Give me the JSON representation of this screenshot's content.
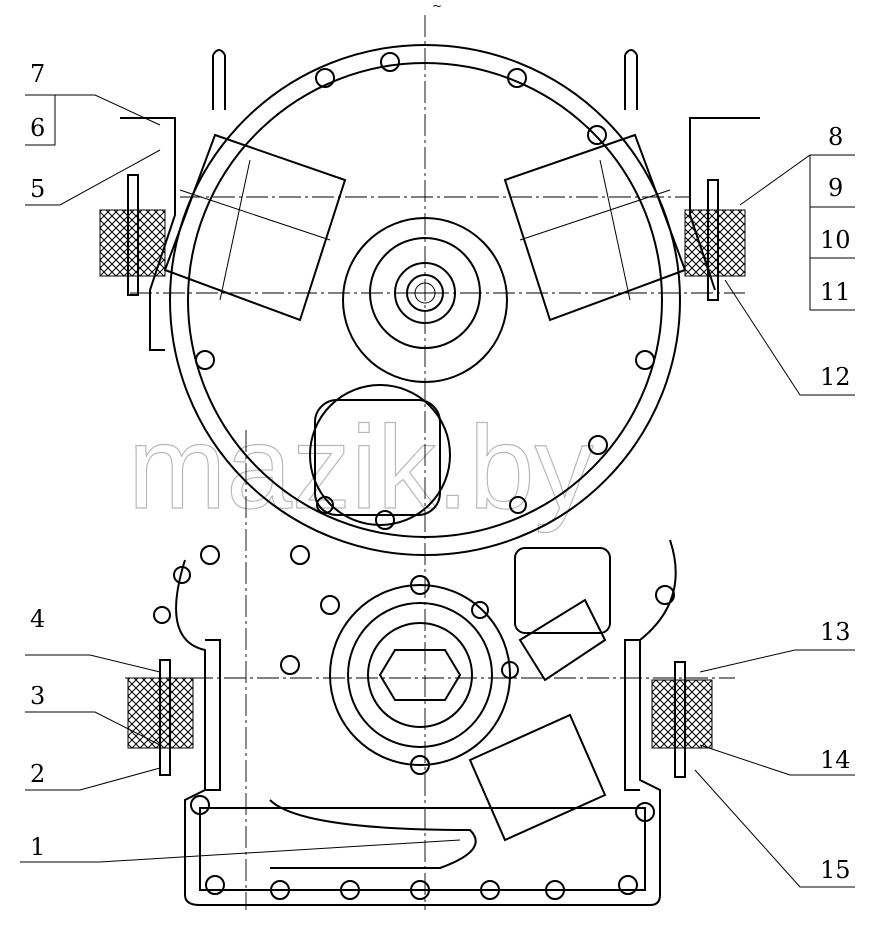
{
  "callouts": {
    "left": [
      "7",
      "6",
      "5",
      "4",
      "3",
      "2",
      "1"
    ],
    "right": [
      "8",
      "9",
      "10",
      "11",
      "12",
      "13",
      "14",
      "15"
    ]
  },
  "watermark": "mazik.by",
  "header_mark": "~"
}
